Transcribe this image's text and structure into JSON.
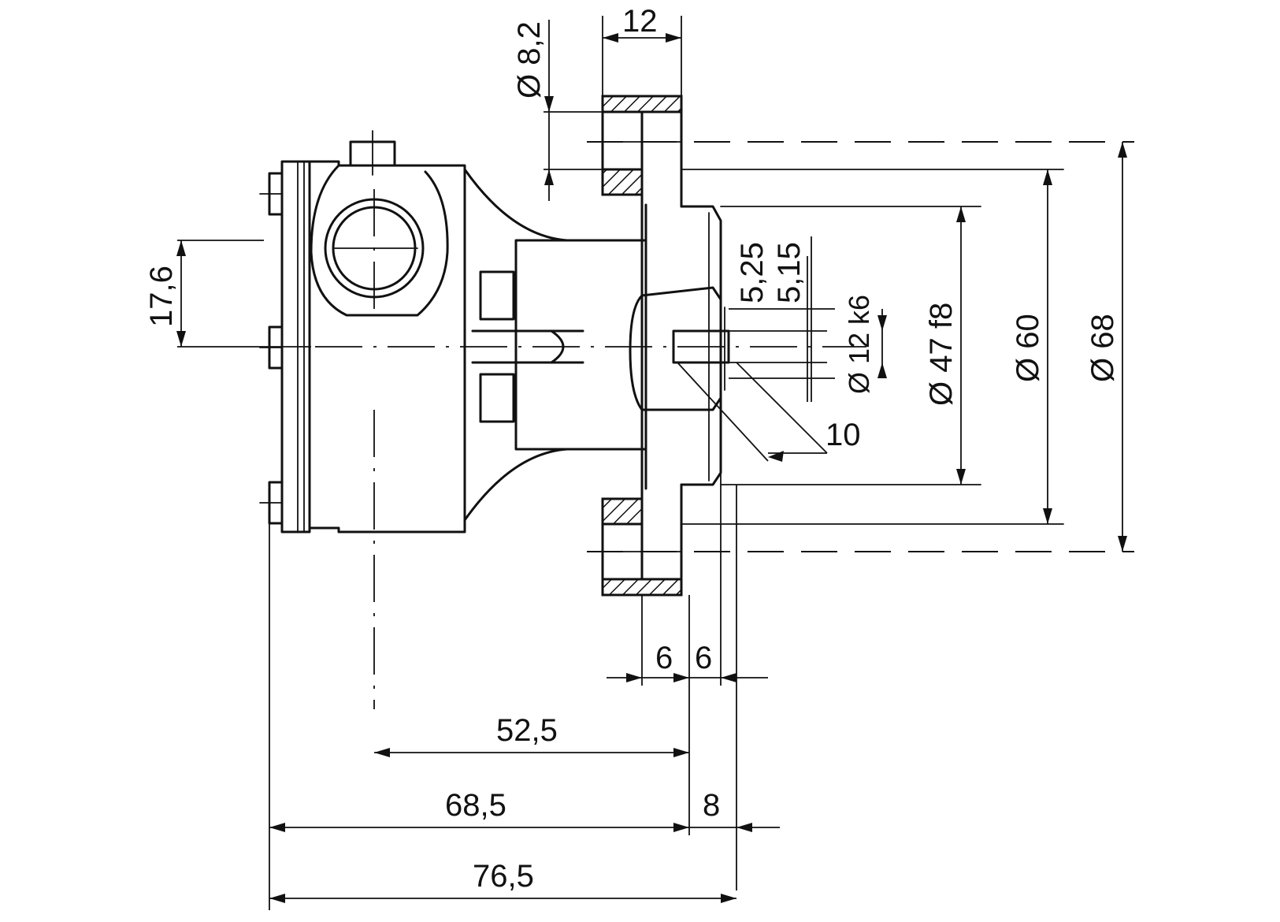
{
  "colors": {
    "ink": "#111111",
    "paper": "#ffffff"
  },
  "labels": {
    "flange_width": "12",
    "hole_diameter": "Ø 8,2",
    "port_offset": "17,6",
    "key_depth_a": "5,25",
    "key_depth_b": "5,15",
    "shaft_diameter": "Ø 12 k6",
    "pilot_diameter": "Ø 47 f8",
    "bolt_circle": "Ø 60",
    "flange_outer": "Ø 68",
    "key_length": "10",
    "spigot_a": "6",
    "spigot_b": "6",
    "port_to_flange": "52,5",
    "body_to_flange": "68,5",
    "shaft_projection": "8",
    "overall_length": "76,5"
  }
}
